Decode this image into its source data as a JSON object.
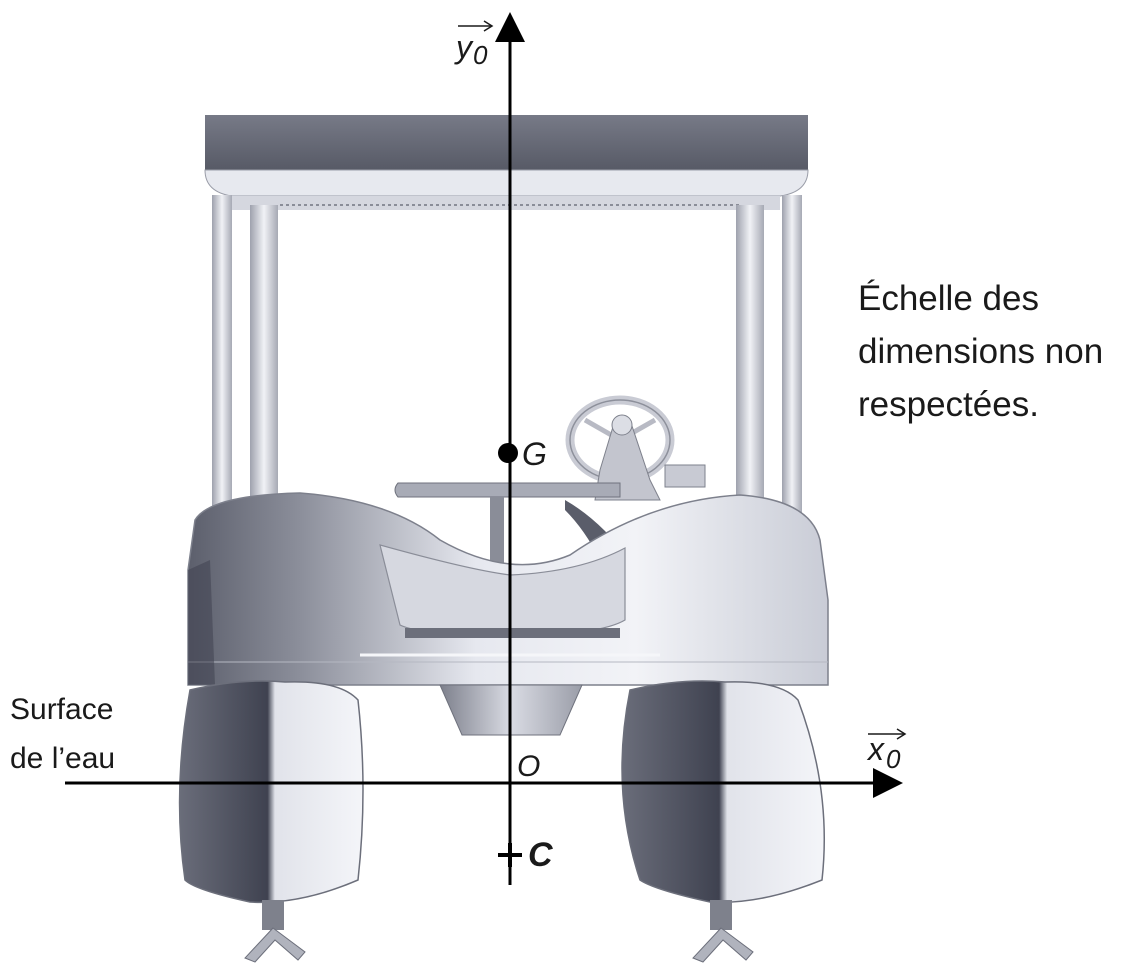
{
  "labels": {
    "y_axis": "y",
    "y_axis_sub": "0",
    "x_axis": "x",
    "x_axis_sub": "0",
    "point_g": "G",
    "point_o": "O",
    "point_c": "C"
  },
  "notes": {
    "scale_note_lines": [
      "Échelle des",
      "dimensions non",
      "respectées."
    ],
    "water_surface_lines": [
      "Surface",
      "de l’eau"
    ]
  },
  "colors": {
    "axis": "#000000",
    "hull_light": "#e9ebf2",
    "hull_shadow": "#4a4d5a",
    "roof": "#6b6e7b"
  }
}
